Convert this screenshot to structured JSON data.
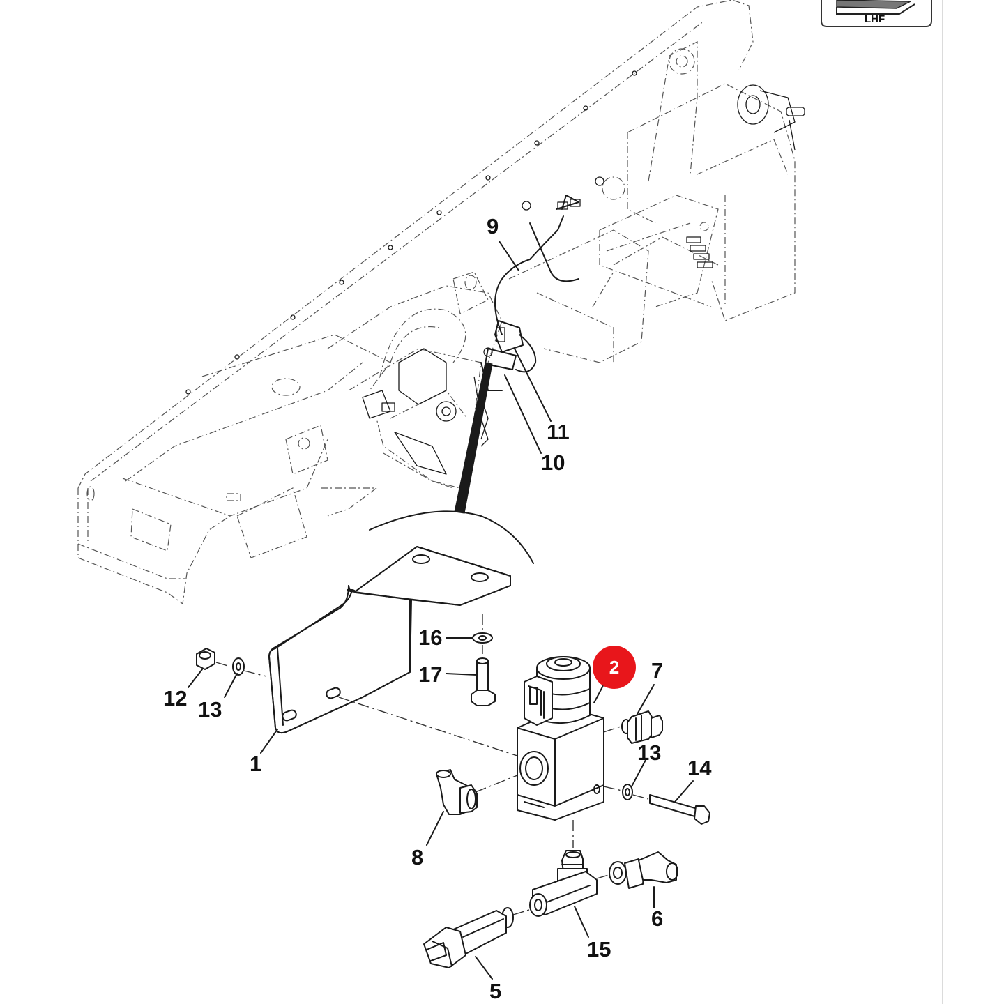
{
  "orientation_badge": {
    "label": "LHF"
  },
  "callouts": [
    {
      "id": "1",
      "label": "1"
    },
    {
      "id": "2",
      "label": "2",
      "highlighted": true,
      "highlight_color": "#e8161b"
    },
    {
      "id": "5",
      "label": "5"
    },
    {
      "id": "6",
      "label": "6"
    },
    {
      "id": "7",
      "label": "7"
    },
    {
      "id": "8",
      "label": "8"
    },
    {
      "id": "9",
      "label": "9"
    },
    {
      "id": "10",
      "label": "10"
    },
    {
      "id": "11",
      "label": "11"
    },
    {
      "id": "12",
      "label": "12"
    },
    {
      "id": "13a",
      "label": "13"
    },
    {
      "id": "13b",
      "label": "13"
    },
    {
      "id": "14",
      "label": "14"
    },
    {
      "id": "15",
      "label": "15"
    },
    {
      "id": "16",
      "label": "16"
    },
    {
      "id": "17",
      "label": "17"
    }
  ],
  "colors": {
    "line": "#1a1a1a",
    "highlight": "#e8161b",
    "background": "#ffffff"
  }
}
